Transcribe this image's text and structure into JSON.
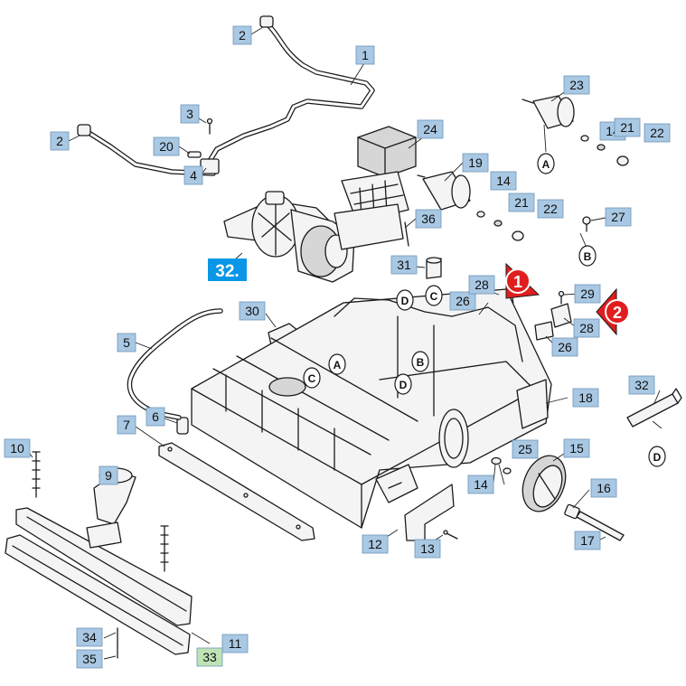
{
  "colors": {
    "callout_fill": "#a9c8e3",
    "callout_fill_highlight": "#bfe3b5",
    "set_label_fill": "#0a96e6",
    "marker_red": "#e01e1e",
    "line": "#1a1a1a"
  },
  "callouts": [
    {
      "id": "c1",
      "text": "1"
    },
    {
      "id": "c2a",
      "text": "2"
    },
    {
      "id": "c2b",
      "text": "2"
    },
    {
      "id": "c3",
      "text": "3"
    },
    {
      "id": "c4",
      "text": "4"
    },
    {
      "id": "c5",
      "text": "5"
    },
    {
      "id": "c6",
      "text": "6"
    },
    {
      "id": "c7",
      "text": "7"
    },
    {
      "id": "c9",
      "text": "9"
    },
    {
      "id": "c10",
      "text": "10"
    },
    {
      "id": "c11",
      "text": "11"
    },
    {
      "id": "c12",
      "text": "12"
    },
    {
      "id": "c13",
      "text": "13"
    },
    {
      "id": "c14a",
      "text": "14"
    },
    {
      "id": "c14b",
      "text": "14"
    },
    {
      "id": "c14c",
      "text": "14"
    },
    {
      "id": "c15",
      "text": "15"
    },
    {
      "id": "c16",
      "text": "16"
    },
    {
      "id": "c17",
      "text": "17"
    },
    {
      "id": "c18",
      "text": "18"
    },
    {
      "id": "c19",
      "text": "19"
    },
    {
      "id": "c20",
      "text": "20"
    },
    {
      "id": "c21a",
      "text": "21"
    },
    {
      "id": "c21b",
      "text": "21"
    },
    {
      "id": "c22a",
      "text": "22"
    },
    {
      "id": "c22b",
      "text": "22"
    },
    {
      "id": "c23",
      "text": "23"
    },
    {
      "id": "c24",
      "text": "24"
    },
    {
      "id": "c25",
      "text": "25"
    },
    {
      "id": "c26a",
      "text": "26"
    },
    {
      "id": "c26b",
      "text": "26"
    },
    {
      "id": "c27",
      "text": "27"
    },
    {
      "id": "c28a",
      "text": "28"
    },
    {
      "id": "c28b",
      "text": "28"
    },
    {
      "id": "c29",
      "text": "29"
    },
    {
      "id": "c30",
      "text": "30"
    },
    {
      "id": "c31",
      "text": "31"
    },
    {
      "id": "c32",
      "text": "32"
    },
    {
      "id": "c33",
      "text": "33",
      "highlight": true
    },
    {
      "id": "c34",
      "text": "34"
    },
    {
      "id": "c35",
      "text": "35"
    },
    {
      "id": "c36",
      "text": "36"
    }
  ],
  "set_label": {
    "text": "32."
  },
  "markers": [
    {
      "id": "m1",
      "text": "1"
    },
    {
      "id": "m2",
      "text": "2"
    }
  ],
  "letters": [
    {
      "id": "lA1",
      "text": "A"
    },
    {
      "id": "lA2",
      "text": "A"
    },
    {
      "id": "lB1",
      "text": "B"
    },
    {
      "id": "lB2",
      "text": "B"
    },
    {
      "id": "lC1",
      "text": "C"
    },
    {
      "id": "lC2",
      "text": "C"
    },
    {
      "id": "lD1",
      "text": "D"
    },
    {
      "id": "lD2",
      "text": "D"
    },
    {
      "id": "lD3",
      "text": "D"
    }
  ]
}
